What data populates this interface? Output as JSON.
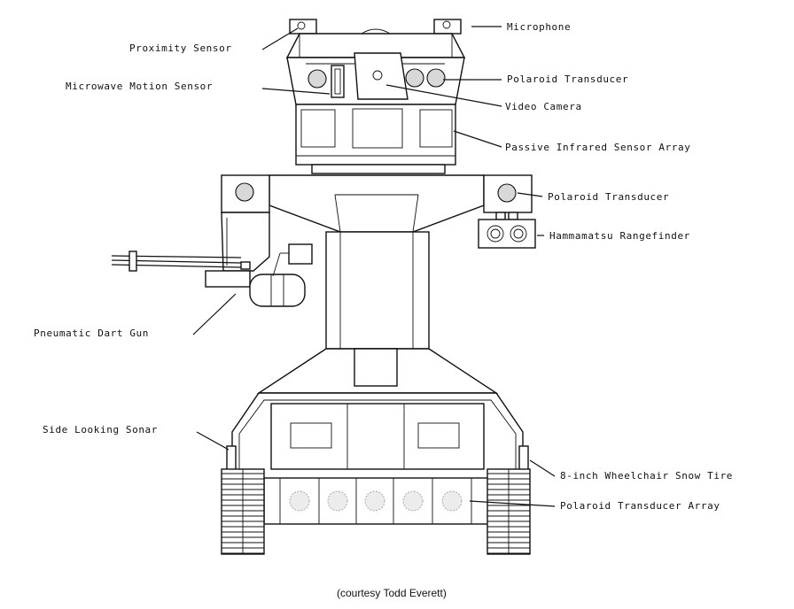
{
  "labels": {
    "microphone": "Microphone",
    "proximity_sensor": "Proximity Sensor",
    "polaroid_transducer_head": "Polaroid Transducer",
    "microwave_motion_sensor": "Microwave Motion Sensor",
    "video_camera": "Video Camera",
    "passive_infrared": "Passive Infrared Sensor Array",
    "polaroid_transducer_shoulder": "Polaroid Transducer",
    "rangefinder": "Hammamatsu Rangefinder",
    "dart_gun": "Pneumatic Dart Gun",
    "side_sonar": "Side Looking Sonar",
    "wheel": "8-inch Wheelchair Snow Tire",
    "transducer_array": "Polaroid Transducer Array"
  },
  "caption": "(courtesy Todd Everett)",
  "colors": {
    "line": "#111111",
    "background": "#ffffff",
    "transducer_fill": "#d8d8d8"
  }
}
